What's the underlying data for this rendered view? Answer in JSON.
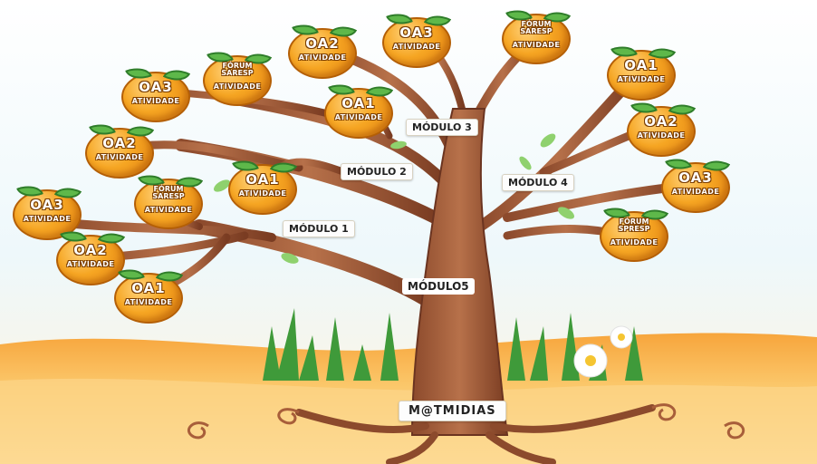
{
  "modules": [
    {
      "label": "MÓDULO 1"
    },
    {
      "label": "MÓDULO 2"
    },
    {
      "label": "MÓDULO 3"
    },
    {
      "label": "MÓDULO 4"
    },
    {
      "label": "MÓDULO5"
    },
    {
      "label": "M@TMIDIAS"
    }
  ],
  "fruits": [
    {
      "title": "OA2",
      "sub": "ATIVIDADE"
    },
    {
      "title": "OA3",
      "sub": "ATIVIDADE"
    },
    {
      "title": "FÓRUM\nSARESP",
      "sub": "ATIVIDADE"
    },
    {
      "title": "OA3",
      "sub": "ATIVIDADE"
    },
    {
      "title": "FÓRUM\nSARESP",
      "sub": "ATIVIDADE"
    },
    {
      "title": "OA1",
      "sub": "ATIVIDADE"
    },
    {
      "title": "OA1",
      "sub": "ATIVIDADE"
    },
    {
      "title": "OA2",
      "sub": "ATIVIDADE"
    },
    {
      "title": "OA3",
      "sub": "ATIVIDADE"
    },
    {
      "title": "OA1",
      "sub": "ATIVIDADE"
    },
    {
      "title": "FÓRUM\nSARESP",
      "sub": "ATIVIDADE"
    },
    {
      "title": "OA2",
      "sub": "ATIVIDADE"
    },
    {
      "title": "OA1",
      "sub": "ATIVIDADE"
    },
    {
      "title": "OA2",
      "sub": "ATIVIDADE"
    },
    {
      "title": "OA3",
      "sub": "ATIVIDADE"
    },
    {
      "title": "FÓRUM\nSPRESP",
      "sub": "ATIVIDADE"
    }
  ],
  "colors": {
    "sky": "#eaf6fb",
    "ground": "#f6b545",
    "trunk": "#a85e3a",
    "trunk_dark": "#6b3420",
    "orange": "#f6a623",
    "leaf": "#5eb84a",
    "grass": "#3f9a3a"
  }
}
